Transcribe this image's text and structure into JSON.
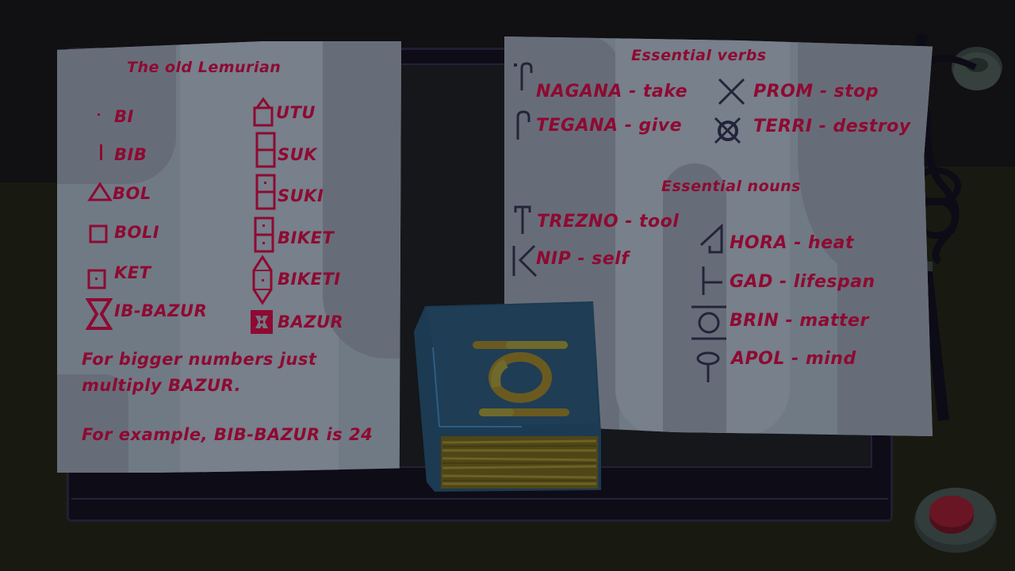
{
  "scene": {
    "colors": {
      "ink_red": "#8e0a32",
      "glyph_dark": "#23243a",
      "paper": "#707a85",
      "paper_shade": "#676d78",
      "floor": "#181a11",
      "wall": "#111013",
      "tray": "#0e0c17",
      "book_cover": "#1f3d55",
      "book_gold": "#6e6624",
      "button_red": "#6a1523"
    }
  },
  "left_note": {
    "title": "The old Lemurian",
    "numerals_left": [
      {
        "glyph": "dot-glyph",
        "label": "BI"
      },
      {
        "glyph": "bar-glyph",
        "label": "BIB"
      },
      {
        "glyph": "triangle-glyph",
        "label": "BOL"
      },
      {
        "glyph": "square-glyph",
        "label": "BOLI"
      },
      {
        "glyph": "dotted-square-glyph",
        "label": "KET"
      },
      {
        "glyph": "hourglass-glyph",
        "label": "IB-BAZUR"
      }
    ],
    "numerals_right": [
      {
        "glyph": "house-glyph",
        "label": "UTU"
      },
      {
        "glyph": "double-square-glyph",
        "label": "SUK"
      },
      {
        "glyph": "double-square-dot-glyph",
        "label": "SUKI"
      },
      {
        "glyph": "double-square-two-dots-glyph",
        "label": "BIKET"
      },
      {
        "glyph": "hexagon-dot-glyph",
        "label": "BIKETI"
      },
      {
        "glyph": "filled-cross-square-glyph",
        "label": "BAZUR"
      }
    ],
    "note_line1": "For bigger numbers just",
    "note_line2": "multiply BAZUR.",
    "example": "For example, BIB-BAZUR is 24"
  },
  "right_note": {
    "verbs_title": "Essential verbs",
    "verbs": [
      {
        "glyph": "dotted-arch-glyph",
        "label": "NAGANA - take"
      },
      {
        "glyph": "arch-glyph",
        "label": "TEGANA - give"
      },
      {
        "glyph": "x-glyph",
        "label": "PROM - stop"
      },
      {
        "glyph": "crossed-circle-glyph",
        "label": "TERRI - destroy"
      }
    ],
    "nouns_title": "Essential nouns",
    "nouns": [
      {
        "glyph": "t-glyph",
        "label": "TREZNO - tool"
      },
      {
        "glyph": "bar-chevron-glyph",
        "label": "NIP - self"
      },
      {
        "glyph": "flag-glyph",
        "label": "HORA - heat"
      },
      {
        "glyph": "side-t-glyph",
        "label": "GAD - lifespan"
      },
      {
        "glyph": "barred-circle-glyph",
        "label": "BRIN - matter"
      },
      {
        "glyph": "pin-glyph",
        "label": "APOL - mind"
      }
    ]
  }
}
